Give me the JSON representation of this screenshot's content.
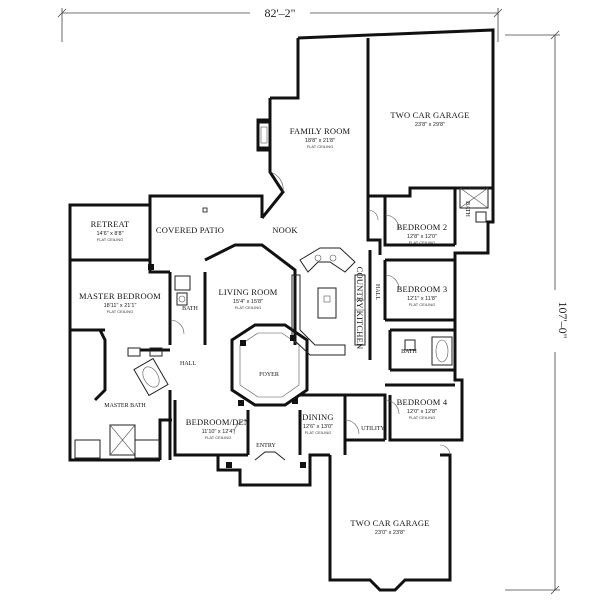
{
  "plan": {
    "overall_width": "82'–2\"",
    "overall_depth": "107'–0\""
  },
  "rooms": {
    "garage_top": {
      "name": "TWO CAR GARAGE",
      "size": "23'8\" x 29'8\""
    },
    "family": {
      "name": "FAMILY ROOM",
      "size": "18'8\" x 21'8\"",
      "note": "FLAT CEILING"
    },
    "retreat": {
      "name": "RETREAT",
      "size": "14'6\" x 8'8\"",
      "note": "FLAT CEILING"
    },
    "covered_patio": {
      "name": "COVERED PATIO"
    },
    "nook": {
      "name": "NOOK"
    },
    "bedroom2": {
      "name": "BEDROOM 2",
      "size": "12'8\" x 12'0\"",
      "note": "FLAT CEILING"
    },
    "bedroom3": {
      "name": "BEDROOM 3",
      "size": "12'1\" x 11'8\"",
      "note": "FLAT CEILING"
    },
    "bedroom4": {
      "name": "BEDROOM 4",
      "size": "12'0\" x 12'8\"",
      "note": "FLAT CEILING"
    },
    "master": {
      "name": "MASTER BEDROOM",
      "size": "18'11\" x 21'1\"",
      "note": "FLAT CEILING"
    },
    "living": {
      "name": "LIVING ROOM",
      "size": "15'4\" x 15'8\"",
      "note": "FLAT CEILING"
    },
    "master_bath": {
      "name": "MASTER BATH"
    },
    "foyer": {
      "name": "FOYER"
    },
    "bedroom_den": {
      "name": "BEDROOM/DEN",
      "size": "11'10\" x 12'4\"",
      "note": "FLAT CEILING"
    },
    "dining": {
      "name": "DINING",
      "size": "12'6\" x 13'0\"",
      "note": "FLAT CEILING"
    },
    "entry": {
      "name": "ENTRY"
    },
    "utility": {
      "name": "UTILITY"
    },
    "garage_bottom": {
      "name": "TWO CAR GARAGE",
      "size": "23'0\" x 23'8\""
    },
    "country_kitchen": {
      "name": "COUNTRY KITCHEN"
    }
  },
  "labels": {
    "bath_master": "BATH",
    "bath_hall": "BATH",
    "bath_bed3": "BATH",
    "hall_left": "HALL",
    "hall_right": "HALL"
  }
}
